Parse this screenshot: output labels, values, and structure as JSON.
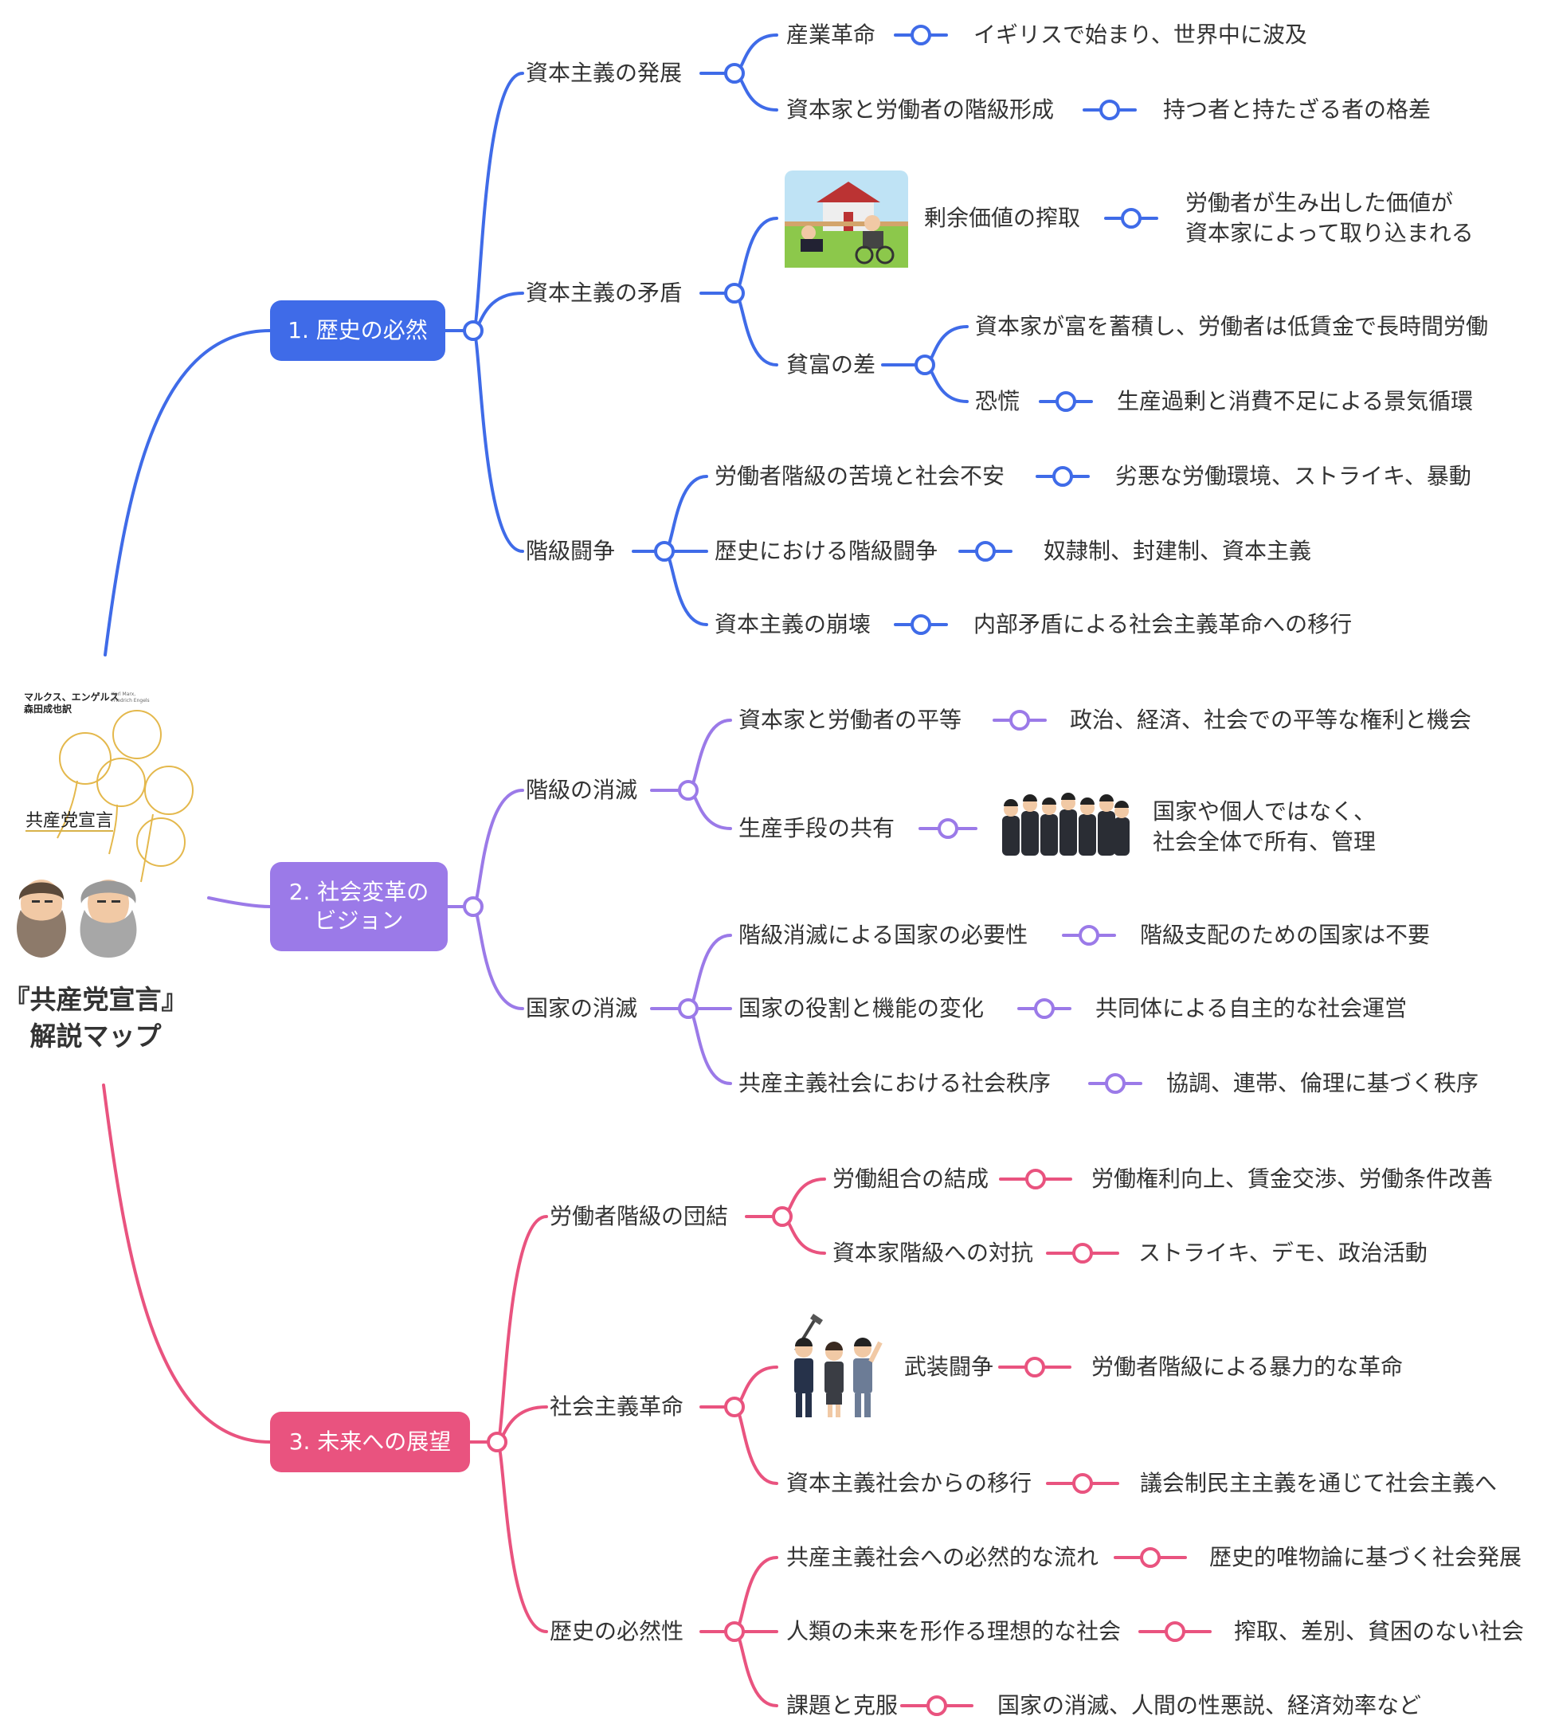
{
  "root": {
    "title": "『共産党宣言』\n解説マップ",
    "cover": {
      "authors_ja": "マルクス、エンゲルス",
      "translator": "森田成也",
      "translator_suffix": "訳",
      "authors_en": "Karl Marx,\nFriedrich Engels",
      "book_title": "共産党宣言"
    }
  },
  "colors": {
    "blue": "#3f6be8",
    "purple": "#9b7ae8",
    "pink": "#e9537f"
  },
  "branches": {
    "b1": {
      "label": "1. 歴史の必然",
      "topics": {
        "t1": {
          "label": "資本主義の発展",
          "items": [
            {
              "label": "産業革命",
              "detail": "イギリスで始まり、世界中に波及"
            },
            {
              "label": "資本家と労働者の階級形成",
              "detail": "持つ者と持たざる者の格差"
            }
          ]
        },
        "t2": {
          "label": "資本主義の矛盾",
          "items": [
            {
              "label": "剰余価値の搾取",
              "detail": "労働者が生み出した価値が\n資本家によって取り込まれる",
              "icon": "capitalist-illustration"
            },
            {
              "label": "貧富の差",
              "subs": [
                {
                  "label": "資本家が富を蓄積し、労働者は低賃金で長時間労働"
                },
                {
                  "label": "恐慌",
                  "detail": "生産過剰と消費不足による景気循環"
                }
              ]
            }
          ]
        },
        "t3": {
          "label": "階級闘争",
          "items": [
            {
              "label": "労働者階級の苦境と社会不安",
              "detail": "劣悪な労働環境、ストライキ、暴動"
            },
            {
              "label": "歴史における階級闘争",
              "detail": "奴隷制、封建制、資本主義"
            },
            {
              "label": "資本主義の崩壊",
              "detail": "内部矛盾による社会主義革命への移行"
            }
          ]
        }
      }
    },
    "b2": {
      "label": "2. 社会変革の\nビジョン",
      "topics": {
        "t1": {
          "label": "階級の消滅",
          "items": [
            {
              "label": "資本家と労働者の平等",
              "detail": "政治、経済、社会での平等な権利と機会"
            },
            {
              "label": "生産手段の共有",
              "detail": "国家や個人ではなく、\n社会全体で所有、管理",
              "icon": "crowd-illustration"
            }
          ]
        },
        "t2": {
          "label": "国家の消滅",
          "items": [
            {
              "label": "階級消滅による国家の必要性",
              "detail": "階級支配のための国家は不要"
            },
            {
              "label": "国家の役割と機能の変化",
              "detail": "共同体による自主的な社会運営"
            },
            {
              "label": "共産主義社会における社会秩序",
              "detail": "協調、連帯、倫理に基づく秩序"
            }
          ]
        }
      }
    },
    "b3": {
      "label": "3. 未来への展望",
      "topics": {
        "t1": {
          "label": "労働者階級の団結",
          "items": [
            {
              "label": "労働組合の結成",
              "detail": "労働権利向上、賃金交渉、労働条件改善"
            },
            {
              "label": "資本家階級への対抗",
              "detail": "ストライキ、デモ、政治活動"
            }
          ]
        },
        "t2": {
          "label": "社会主義革命",
          "items": [
            {
              "label": "武装闘争",
              "detail": "労働者階級による暴力的な革命",
              "icon": "protesters-illustration"
            },
            {
              "label": "資本主義社会からの移行",
              "detail": "議会制民主主義を通じて社会主義へ"
            }
          ]
        },
        "t3": {
          "label": "歴史の必然性",
          "items": [
            {
              "label": "共産主義社会への必然的な流れ",
              "detail": "歴史的唯物論に基づく社会発展"
            },
            {
              "label": "人類の未来を形作る理想的な社会",
              "detail": "搾取、差別、貧困のない社会"
            },
            {
              "label": "課題と克服",
              "detail": "国家の消滅、人間の性悪説、経済効率など"
            }
          ]
        }
      }
    }
  }
}
